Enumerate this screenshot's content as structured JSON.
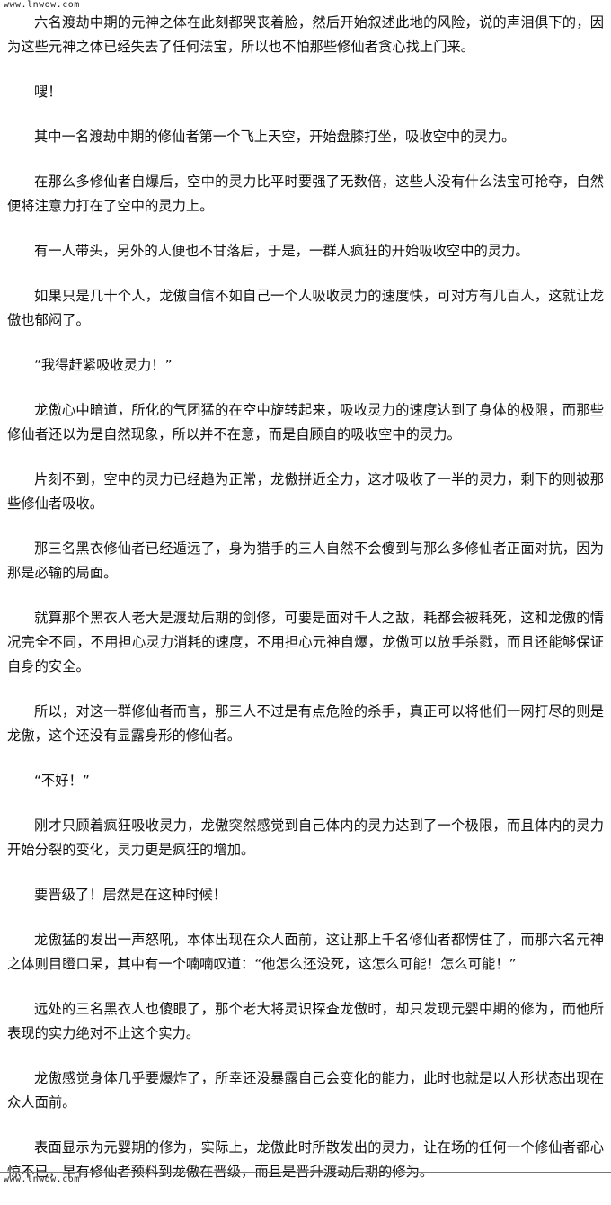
{
  "site": {
    "watermark_top": "www.lnwow.com",
    "watermark_bottom": "www.lnwow.com"
  },
  "paragraphs": [
    "六名渡劫中期的元神之体在此刻都哭丧着脸，然后开始叙述此地的风险，说的声泪俱下的，因为这些元神之体已经失去了任何法宝，所以也不怕那些修仙者贪心找上门来。",
    "嗖！",
    "其中一名渡劫中期的修仙者第一个飞上天空，开始盘膝打坐，吸收空中的灵力。",
    "在那么多修仙者自爆后，空中的灵力比平时要强了无数倍，这些人没有什么法宝可抢夺，自然便将注意力打在了空中的灵力上。",
    "有一人带头，另外的人便也不甘落后，于是，一群人疯狂的开始吸收空中的灵力。",
    "如果只是几十个人，龙傲自信不如自己一个人吸收灵力的速度快，可对方有几百人，这就让龙傲也郁闷了。",
    "“我得赶紧吸收灵力！”",
    "龙傲心中暗道，所化的气团猛的在空中旋转起来，吸收灵力的速度达到了身体的极限，而那些修仙者还以为是自然现象，所以并不在意，而是自顾自的吸收空中的灵力。",
    "片刻不到，空中的灵力已经趋为正常，龙傲拼近全力，这才吸收了一半的灵力，剩下的则被那些修仙者吸收。",
    "那三名黑衣修仙者已经遁远了，身为猎手的三人自然不会傻到与那么多修仙者正面对抗，因为那是必输的局面。",
    "就算那个黑衣人老大是渡劫后期的剑修，可要是面对千人之敌，耗都会被耗死，这和龙傲的情况完全不同，不用担心灵力消耗的速度，不用担心元神自爆，龙傲可以放手杀戮，而且还能够保证自身的安全。",
    "所以，对这一群修仙者而言，那三人不过是有点危险的杀手，真正可以将他们一网打尽的则是龙傲，这个还没有显露身形的修仙者。",
    "“不好！”",
    "刚才只顾着疯狂吸收灵力，龙傲突然感觉到自己体内的灵力达到了一个极限，而且体内的灵力开始分裂的变化，灵力更是疯狂的增加。",
    "要晋级了！居然是在这种时候！",
    "龙傲猛的发出一声怒吼，本体出现在众人面前，这让那上千名修仙者都愣住了，而那六名元神之体则目瞪口呆，其中有一个喃喃叹道：“他怎么还没死，这怎么可能！怎么可能！”",
    "远处的三名黑衣人也傻眼了，那个老大将灵识探查龙傲时，却只发现元婴中期的修为，而他所表现的实力绝对不止这个实力。",
    "龙傲感觉身体几乎要爆炸了，所幸还没暴露自己会变化的能力，此时也就是以人形状态出现在众人面前。",
    "表面显示为元婴期的修为，实际上，龙傲此时所散发出的灵力，让在场的任何一个修仙者都心惊不已，早有修仙者预料到龙傲在晋级，而且是晋升渡劫后期的修为。"
  ]
}
